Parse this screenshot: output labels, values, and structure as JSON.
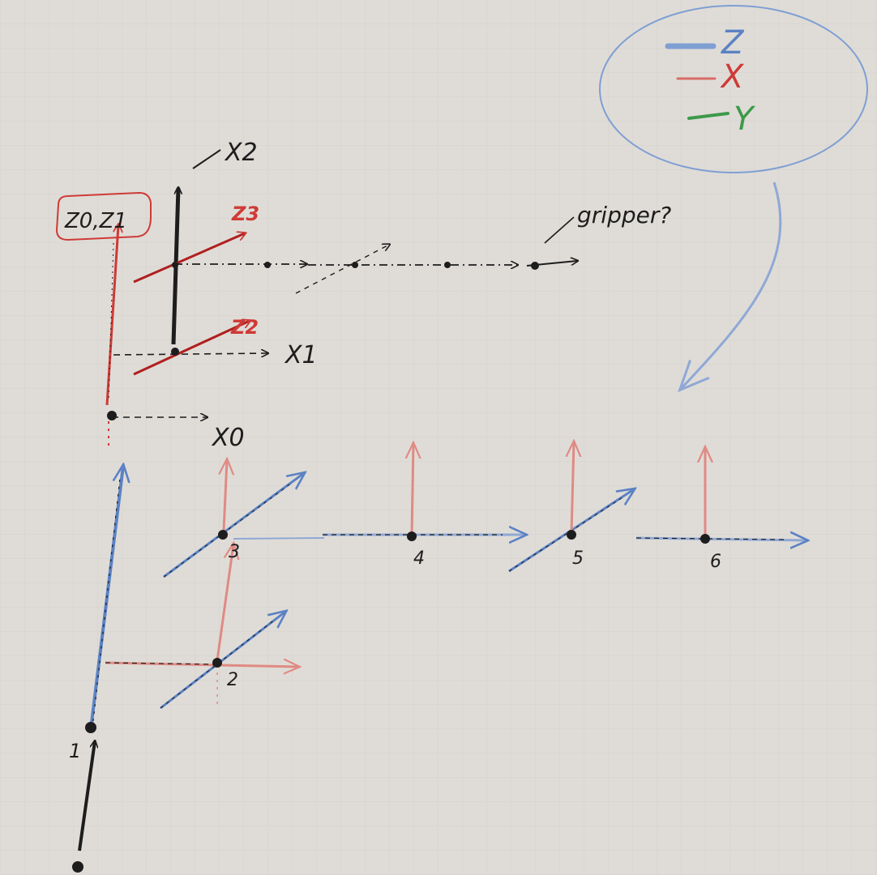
{
  "colors": {
    "z": "#5b82c4",
    "x": "#cf3a36",
    "y": "#3d9a4a",
    "ink": "#1d1d1d",
    "paper": "#dfdcd7"
  },
  "legend": {
    "z_label": "Z",
    "x_label": "X",
    "y_label": "Y"
  },
  "frames": {
    "z01_label": "Z0,Z1",
    "z3_label": "Z3",
    "z2_label": "Z2",
    "x2_label": "X2",
    "x1_label": "X1",
    "x0_label": "X0",
    "gripper_label": "gripper?"
  },
  "joints": {
    "j1": "1",
    "j2": "2",
    "j3": "3",
    "j4": "4",
    "j5": "5",
    "j6": "6"
  }
}
